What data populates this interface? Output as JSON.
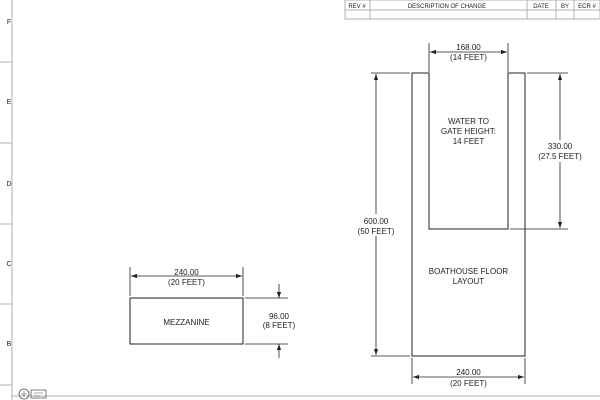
{
  "colors": {
    "line": "#222222",
    "border": "#b0b0b0",
    "text": "#222222"
  },
  "zone_labels": [
    "F",
    "E",
    "D",
    "C",
    "B"
  ],
  "revision_table": {
    "headers": [
      "REV #",
      "DESCRIPTION OF CHANGE",
      "DATE",
      "BY",
      "ECR #"
    ]
  },
  "mezzanine": {
    "label": "MEZZANINE",
    "width_value": "240.00",
    "width_feet": "(20 FEET)",
    "height_value": "96.00",
    "height_feet": "(8 FEET)"
  },
  "boathouse": {
    "label_line1": "BOATHOUSE FLOOR",
    "label_line2": "LAYOUT",
    "water_line1": "WATER TO",
    "water_line2": "GATE HEIGHT:",
    "water_line3": "14 FEET",
    "slip_width_value": "168.00",
    "slip_width_feet": "(14 FEET)",
    "slip_length_value": "330.00",
    "slip_length_feet": "(27.5 FEET)",
    "total_length_value": "600.00",
    "total_length_feet": "(50 FEET)",
    "total_width_value": "240.00",
    "total_width_feet": "(20 FEET)"
  },
  "logo_icon": "cad-logo-icon"
}
